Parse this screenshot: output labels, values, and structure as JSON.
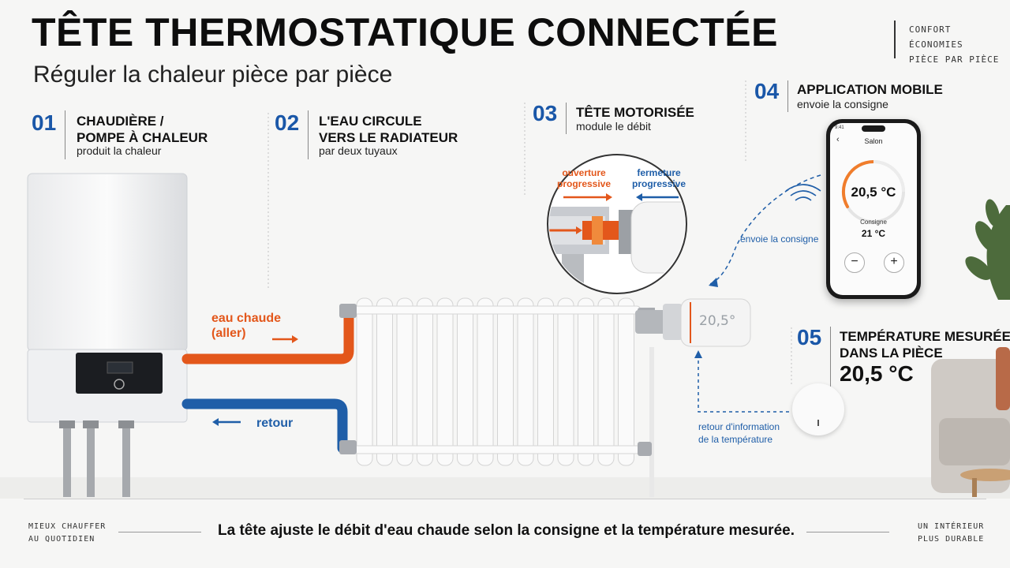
{
  "header": {
    "title": "TÊTE THERMOSTATIQUE CONNECTÉE",
    "subtitle": "Réguler la chaleur pièce par pièce",
    "tags": [
      "CONFORT",
      "ÉCONOMIES",
      "PIÈCE PAR PIÈCE"
    ]
  },
  "steps": [
    {
      "num": "01",
      "title_line1": "CHAUDIÈRE /",
      "title_line2": "POMPE À CHALEUR",
      "desc": "produit la chaleur"
    },
    {
      "num": "02",
      "title_line1": "L'EAU CIRCULE",
      "title_line2": "VERS LE RADIATEUR",
      "desc": "par deux tuyaux"
    },
    {
      "num": "03",
      "title_line1": "TÊTE MOTORISÉE",
      "desc": "module le débit"
    },
    {
      "num": "04",
      "title_line1": "APPLICATION MOBILE",
      "desc": "envoie la consigne"
    },
    {
      "num": "05",
      "title_line1": "TEMPÉRATURE MESURÉE",
      "title_line2": "DANS LA PIÈCE",
      "value": "20,5 °C"
    }
  ],
  "flow": {
    "hot_line1": "eau chaude",
    "hot_line2": "(aller)",
    "return": "retour",
    "opening_line1": "ouverture",
    "opening_line2": "progressive",
    "closing_line1": "fermeture",
    "closing_line2": "progressive",
    "sends_setpoint": "envoie la consigne",
    "feedback_line1": "retour d'information",
    "feedback_line2": "de la température"
  },
  "thermostat_display": "20,5°",
  "app": {
    "time": "9:41",
    "room": "Salon",
    "temperature": "20,5 °C",
    "setpoint_label": "Consigne",
    "setpoint_value": "21 °C",
    "minus": "−",
    "plus": "+",
    "back": "‹"
  },
  "footer": {
    "left_line1": "MIEUX CHAUFFER",
    "left_line2": "AU QUOTIDIEN",
    "text": "La tête ajuste le débit d'eau chaude selon la consigne et la température mesurée.",
    "right_line1": "UN INTÉRIEUR",
    "right_line2": "PLUS DURABLE"
  },
  "colors": {
    "hot": "#e3571b",
    "cold": "#1f5ea8",
    "accent": "#1a57a8"
  }
}
